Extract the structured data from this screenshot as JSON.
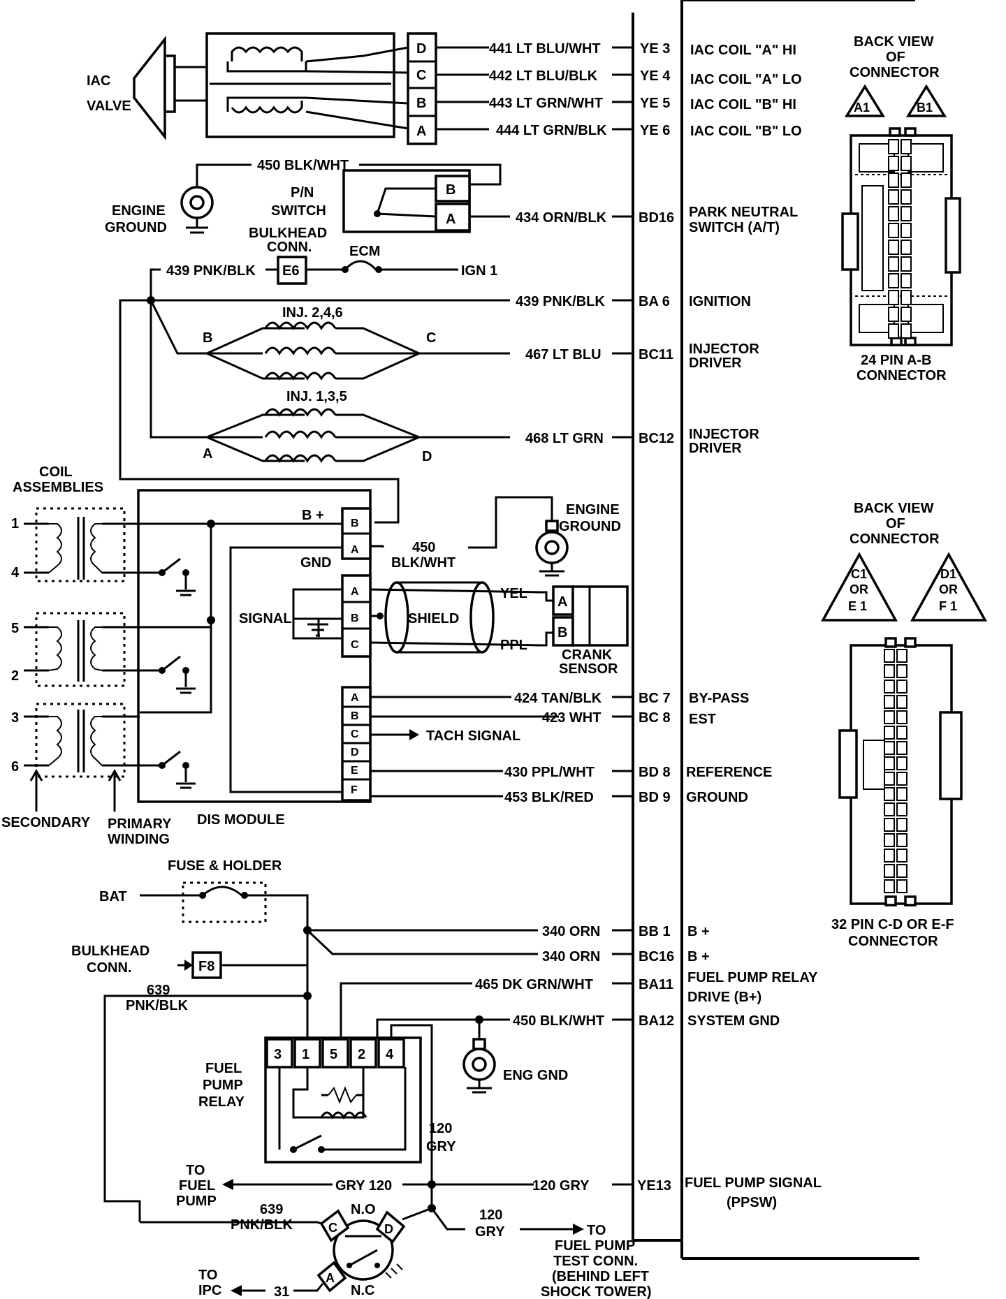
{
  "iac": {
    "title_line1": "IAC",
    "title_line2": "VALVE",
    "pins": [
      "D",
      "C",
      "B",
      "A"
    ],
    "wires": [
      "441 LT BLU/WHT",
      "442 LT BLU/BLK",
      "443 LT GRN/WHT",
      "444 LT GRN/BLK"
    ],
    "ecm_pins": [
      "YE 3",
      "YE 4",
      "YE 5",
      "YE 6"
    ],
    "functions": [
      "IAC COIL \"A\" HI",
      "IAC COIL \"A\" LO",
      "IAC COIL \"B\" HI",
      "IAC COIL \"B\" LO"
    ]
  },
  "pn_switch": {
    "wire_top": "450 BLK/WHT",
    "ground_line1": "ENGINE",
    "ground_line2": "GROUND",
    "label_line1": "P/N",
    "label_line2": "SWITCH",
    "pins": [
      "B",
      "A"
    ],
    "wire": "434 ORN/BLK",
    "ecm_pin": "BD16",
    "function_line1": "PARK NEUTRAL",
    "function_line2": "SWITCH (A/T)"
  },
  "ignition": {
    "bulkhead_line1": "BULKHEAD",
    "bulkhead_line2": "CONN.",
    "bulkhead_pin": "E6",
    "fuse_label": "ECM",
    "feed": "IGN 1",
    "wire_top": "439 PNK/BLK",
    "wire": "439 PNK/BLK",
    "ecm_pin": "BA 6",
    "function": "IGNITION"
  },
  "injectors": [
    {
      "label": "INJ. 2,4,6",
      "left": "B",
      "right": "C",
      "wire": "467 LT BLU",
      "ecm_pin": "BC11",
      "function_line1": "INJECTOR",
      "function_line2": "DRIVER"
    },
    {
      "label": "INJ. 1,3,5",
      "left": "A",
      "right": "D",
      "wire": "468 LT GRN",
      "ecm_pin": "BC12",
      "function_line1": "INJECTOR",
      "function_line2": "DRIVER"
    }
  ],
  "coils": {
    "title_line1": "COIL",
    "title_line2": "ASSEMBLIES",
    "numbers": [
      "1",
      "4",
      "5",
      "2",
      "3",
      "6"
    ],
    "secondary": "SECONDARY",
    "primary_line1": "PRIMARY",
    "primary_line2": "WINDING"
  },
  "dis": {
    "title": "DIS MODULE",
    "bplus": "B +",
    "gnd": "GND",
    "signal": "SIGNAL",
    "shield": "SHIELD",
    "conn1_pins": [
      "B",
      "A"
    ],
    "conn2_pins": [
      "A",
      "B",
      "C"
    ],
    "conn3_pins": [
      "A",
      "B",
      "C",
      "D",
      "E",
      "F"
    ],
    "gnd_wire_line1": "450",
    "gnd_wire_line2": "BLK/WHT",
    "engine_ground_line1": "ENGINE",
    "engine_ground_line2": "GROUND",
    "tach": "TACH SIGNAL"
  },
  "crank": {
    "yel": "YEL",
    "ppl": "PPL",
    "pins": [
      "A",
      "B"
    ],
    "label_line1": "CRANK",
    "label_line2": "SENSOR"
  },
  "dis_circuits": [
    {
      "wire": "424 TAN/BLK",
      "ecm_pin": "BC 7",
      "function": "BY-PASS"
    },
    {
      "wire": "423 WHT",
      "ecm_pin": "BC 8",
      "function": "EST"
    },
    {
      "wire": "430 PPL/WHT",
      "ecm_pin": "BD 8",
      "function": "REFERENCE"
    },
    {
      "wire": "453 BLK/RED",
      "ecm_pin": "BD 9",
      "function": "GROUND"
    }
  ],
  "fuel": {
    "fuse_label": "FUSE & HOLDER",
    "bat": "BAT",
    "bplus_circuits": [
      {
        "wire": "340 ORN",
        "ecm_pin": "BB 1",
        "function": "B +"
      },
      {
        "wire": "340 ORN",
        "ecm_pin": "BC16",
        "function": "B +"
      }
    ],
    "bulkhead_line1": "BULKHEAD",
    "bulkhead_line2": "CONN.",
    "bulkhead_pin": "F8",
    "wire_639_line1": "639",
    "wire_639_line2": "PNK/BLK",
    "relay_drive": {
      "wire": "465 DK GRN/WHT",
      "ecm_pin": "BA11",
      "function_line1": "FUEL PUMP RELAY",
      "function_line2": "DRIVE (B+)"
    },
    "system_gnd": {
      "wire": "450 BLK/WHT",
      "ecm_pin": "BA12",
      "function": "SYSTEM GND"
    },
    "relay_line1": "FUEL",
    "relay_line2": "PUMP",
    "relay_line3": "RELAY",
    "relay_pins": [
      "3",
      "1",
      "5",
      "2",
      "4"
    ],
    "eng_gnd": "ENG GND",
    "wire_120_line1": "120",
    "wire_120_line2": "GRY",
    "to_pump_line1": "TO",
    "to_pump_line2": "FUEL",
    "to_pump_line3": "PUMP",
    "gry_wire": "GRY 120",
    "signal": {
      "wire": "120 GRY",
      "ecm_pin": "YE13",
      "function_line1": "FUEL PUMP SIGNAL",
      "function_line2": "(PPSW)"
    },
    "oil_639_line1": "639",
    "oil_639_line2": "PNK/BLK",
    "no": "N.O",
    "nc": "N.C",
    "oil_pins": [
      "C",
      "D",
      "A"
    ],
    "test_wire_line1": "120",
    "test_wire_line2": "GRY",
    "test_line1": "TO",
    "test_line2": "FUEL PUMP",
    "test_line3": "TEST CONN.",
    "test_line4": "(BEHIND LEFT",
    "test_line5": "SHOCK TOWER)",
    "ipc_line1": "TO",
    "ipc_line2": "IPC",
    "ipc_wire": "31"
  },
  "connectors": {
    "ab": {
      "title_line1": "BACK VIEW",
      "title_line2": "OF",
      "title_line3": "CONNECTOR",
      "tri1": "A1",
      "tri2": "B1",
      "caption_line1": "24 PIN  A-B",
      "caption_line2": "CONNECTOR"
    },
    "cd": {
      "title_line1": "BACK VIEW",
      "title_line2": "OF",
      "title_line3": "CONNECTOR",
      "tri1_line1": "C1",
      "tri1_line2": "OR",
      "tri1_line3": "E 1",
      "tri2_line1": "D1",
      "tri2_line2": "OR",
      "tri2_line3": "F 1",
      "caption_line1": "32 PIN C-D OR E-F",
      "caption_line2": "CONNECTOR"
    }
  }
}
